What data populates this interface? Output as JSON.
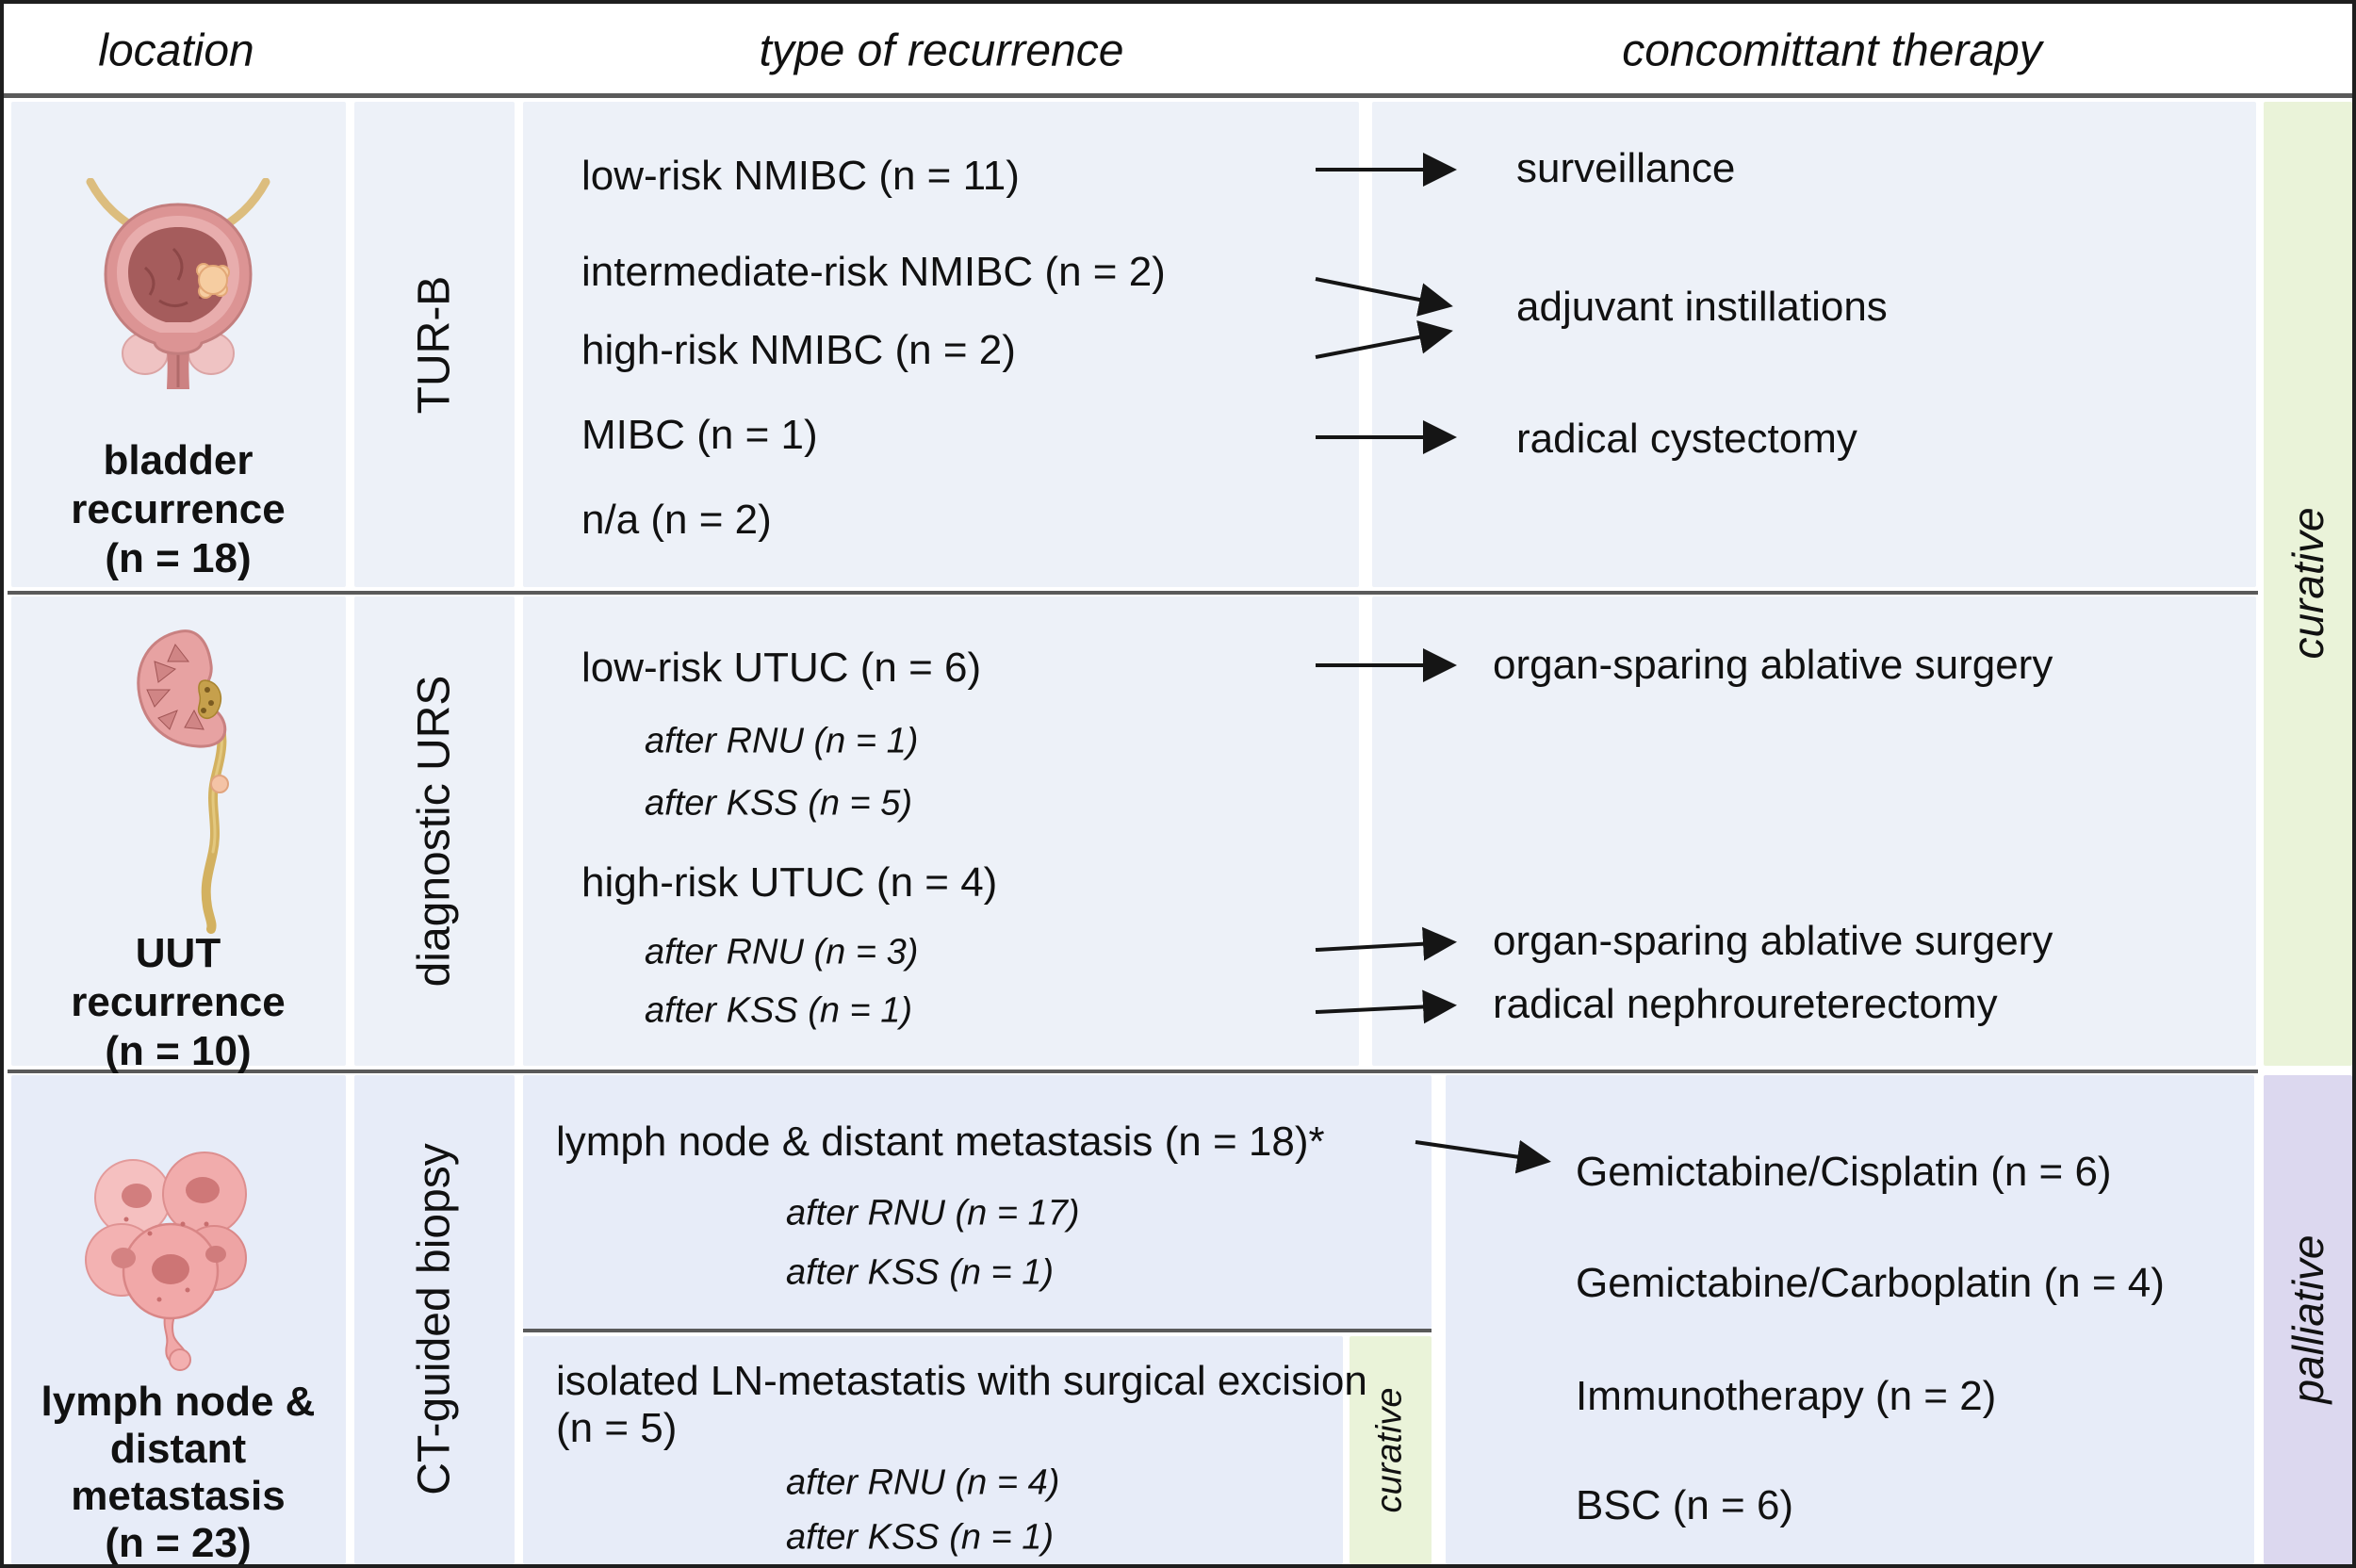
{
  "header": {
    "location": "location",
    "type_of_recurrence": "type of recurrence",
    "concomittant_therapy": "concomittant therapy"
  },
  "colors": {
    "row_bg": "#edf1f8",
    "row3_bg": "#e7ecf8",
    "curative_bg": "#eaf3d9",
    "palliative_bg": "#dcd8ef",
    "divider_gray": "#5a5a5a",
    "arrow_black": "#151515"
  },
  "curative_label": "curative",
  "palliative_label": "palliative",
  "rows": [
    {
      "location_lines": [
        "bladder",
        "recurrence",
        "(n = 18)"
      ],
      "icon": "bladder-icon",
      "procedure": "TUR-B",
      "types": [
        {
          "label": "low-risk NMIBC  (n = 11)"
        },
        {
          "label": "intermediate-risk NMIBC  (n = 2)"
        },
        {
          "label": "high-risk NMIBC  (n = 2)"
        },
        {
          "label": "MIBC (n = 1)"
        },
        {
          "label": "n/a (n = 2)"
        }
      ],
      "therapies": [
        {
          "label": "surveillance"
        },
        {
          "label": "adjuvant instillations"
        },
        {
          "label": "radical cystectomy"
        }
      ]
    },
    {
      "location_lines": [
        "UUT",
        "recurrence",
        "(n = 10)"
      ],
      "icon": "kidney-icon",
      "procedure": "diagnostic URS",
      "types": [
        {
          "label": "low-risk UTUC (n = 6)",
          "subs": [
            {
              "label": "after RNU (n = 1)"
            },
            {
              "label": "after KSS (n = 5)"
            }
          ]
        },
        {
          "label": "high-risk UTUC (n = 4)",
          "subs": [
            {
              "label": "after RNU (n = 3)"
            },
            {
              "label": "after KSS (n = 1)"
            }
          ]
        }
      ],
      "therapies": [
        {
          "label": "organ-sparing ablative surgery"
        },
        {
          "label": "organ-sparing ablative surgery"
        },
        {
          "label": "radical nephroureterectomy"
        }
      ]
    },
    {
      "location_lines": [
        "lymph node &",
        "distant",
        "metastasis",
        "(n = 23)"
      ],
      "icon": "metastasis-icon",
      "procedure": "CT-guided biopsy",
      "upper_section": {
        "label": "lymph node & distant metastasis (n = 18)*",
        "subs": [
          {
            "label": "after RNU (n = 17)"
          },
          {
            "label": "after KSS (n = 1)"
          }
        ]
      },
      "lower_section": {
        "label_line1": "isolated LN-metastatis with surgical excision",
        "label_line2": "(n = 5)",
        "subs": [
          {
            "label": "after RNU (n = 4)"
          },
          {
            "label": "after KSS (n = 1)"
          }
        ],
        "side_label": "curative"
      },
      "therapies": [
        {
          "label": "Gemictabine/Cisplatin (n = 6)"
        },
        {
          "label": "Gemictabine/Carboplatin (n = 4)"
        },
        {
          "label": "Immunotherapy (n = 2)"
        },
        {
          "label": "BSC (n = 6)"
        }
      ]
    }
  ]
}
